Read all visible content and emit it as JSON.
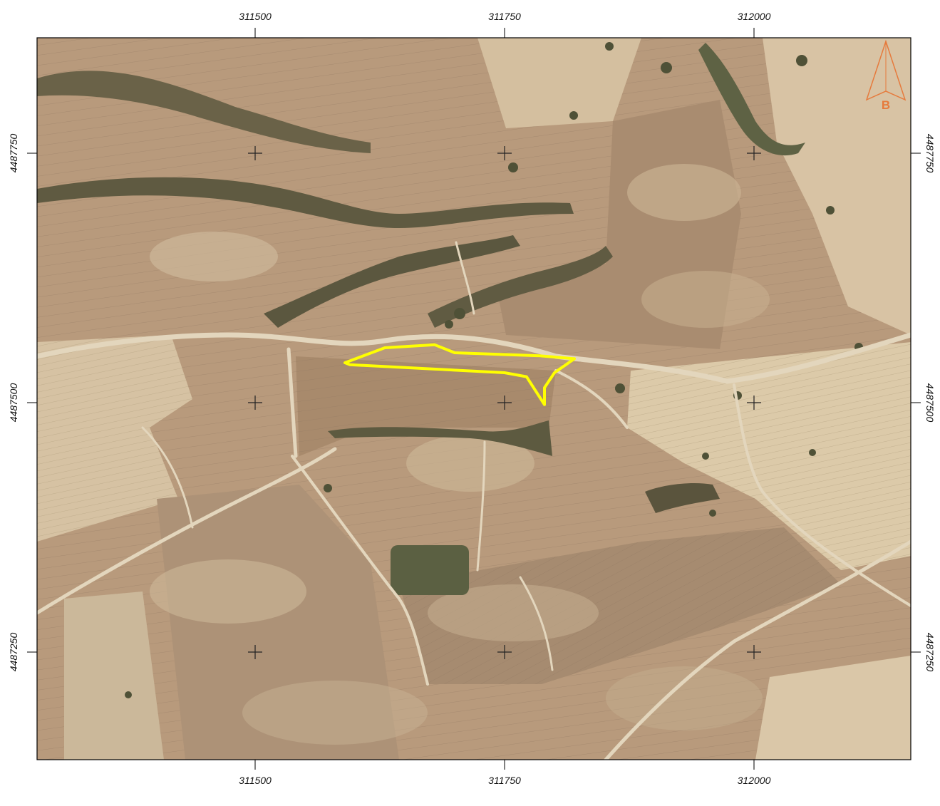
{
  "map": {
    "coordinate_grid": {
      "easting_ticks": [
        311500,
        311750,
        312000
      ],
      "northing_ticks": [
        4487750,
        4487500,
        4487250
      ],
      "easting_labels": [
        "311500",
        "311750",
        "312000"
      ],
      "northing_labels": [
        "4487750",
        "4487500",
        "4487250"
      ]
    },
    "north_arrow": {
      "letter": "B",
      "color": "#e67a3c"
    },
    "study_area": {
      "outline_color": "#ffff00",
      "vertices_utm": [
        [
          311590,
          4487540
        ],
        [
          311630,
          4487555
        ],
        [
          311680,
          4487558
        ],
        [
          311700,
          4487550
        ],
        [
          311785,
          4487547
        ],
        [
          311820,
          4487544
        ],
        [
          311800,
          4487530
        ],
        [
          311790,
          4487515
        ],
        [
          311790,
          4487498
        ],
        [
          311772,
          4487526
        ],
        [
          311750,
          4487530
        ],
        [
          311595,
          4487538
        ]
      ]
    },
    "palette": {
      "field_base": "#b89a7c",
      "field_light": "#d8c3a4",
      "field_dark": "#9d8166",
      "vegetation": "#5d5a40",
      "road": "#e3d6bd",
      "grid_cross": "#222222"
    }
  }
}
